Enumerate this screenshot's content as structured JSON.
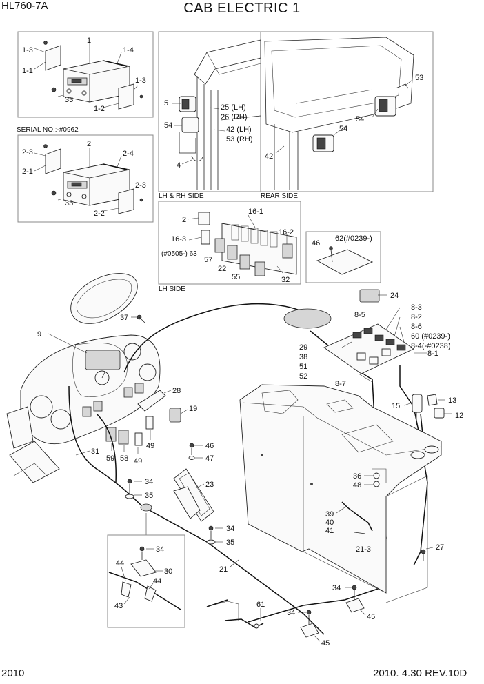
{
  "header": {
    "model": "HL760-7A",
    "title": "CAB ELECTRIC 1"
  },
  "footer": {
    "page": "2010",
    "date_rev": "2010. 4.30  REV.10D"
  },
  "panels": {
    "serial_note": "SERIAL NO.:-#0962",
    "lh_rh_side": "LH & RH SIDE",
    "rear_side": "REAR SIDE",
    "lh_side": "LH SIDE"
  },
  "callouts": {
    "p1": "1",
    "p1_3": "1-3",
    "p1_1": "1-1",
    "p1_4": "1-4",
    "p1_3b": "1-3",
    "p33a": "33",
    "p1_2": "1-2",
    "p2": "2",
    "p2_3": "2-3",
    "p2_1": "2-1",
    "p2_4": "2-4",
    "p2_3b": "2-3",
    "p33b": "33",
    "p2_2": "2-2",
    "p5": "5",
    "p25": "25 (LH)",
    "p26": "26 (RH)",
    "p54a": "54",
    "p42": "42 (LH)",
    "p53": "53 (RH)",
    "p4": "4",
    "p53b": "53",
    "p54b": "54",
    "p54c": "54",
    "p42b": "42",
    "p16_1": "16-1",
    "p2b": "2",
    "p16_2": "16-2",
    "p16_3": "16-3",
    "p63": "(#0505-) 63",
    "p57": "57",
    "p22": "22",
    "p55": "55",
    "p32": "32",
    "p46a": "46",
    "p62": "62(#0239-)",
    "p24": "24",
    "p8_3": "8-3",
    "p8_2": "8-2",
    "p8_5": "8-5",
    "p8_6": "8-6",
    "p60": "60 (#0239-)",
    "p8_4": "8-4(-#0238)",
    "p29": "29",
    "p38": "38",
    "p51": "51",
    "p52": "52",
    "p8_1": "8-1",
    "p8_7": "8-7",
    "p37": "37",
    "p9": "9",
    "p28": "28",
    "p19": "19",
    "p15": "15",
    "p13": "13",
    "p12": "12",
    "p31": "31",
    "p59": "59",
    "p58": "58",
    "p49a": "49",
    "p49b": "49",
    "p46b": "46",
    "p47": "47",
    "p23": "23",
    "p34a": "34",
    "p35a": "35",
    "p36": "36",
    "p48": "48",
    "p39": "39",
    "p40": "40",
    "p41": "41",
    "p21_3": "21-3",
    "p34b": "34",
    "p35b": "35",
    "p27": "27",
    "p34c": "34",
    "p30": "30",
    "p44a": "44",
    "p44b": "44",
    "p43": "43",
    "p21": "21",
    "p34d": "34",
    "p45a": "45",
    "p61": "61",
    "p34e": "34",
    "p45b": "45"
  }
}
